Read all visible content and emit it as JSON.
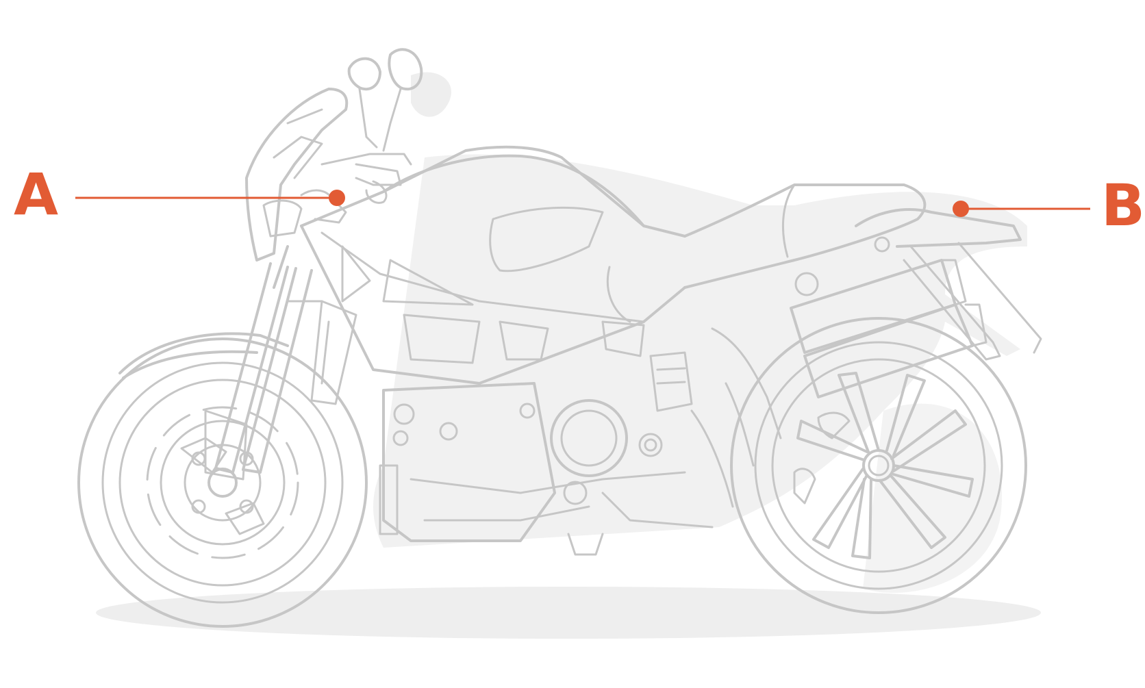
{
  "colors": {
    "accent": "#E25B34",
    "line_art": "#C6C6C6",
    "line_art_light": "#D4D4D4",
    "shadow": "#EEEEEE",
    "background": "#FFFFFF"
  },
  "callouts": [
    {
      "label": "A",
      "part": "handlebar-front-end"
    },
    {
      "label": "B",
      "part": "tail-section"
    }
  ],
  "illustration": {
    "subject": "motorcycle-side-view"
  }
}
